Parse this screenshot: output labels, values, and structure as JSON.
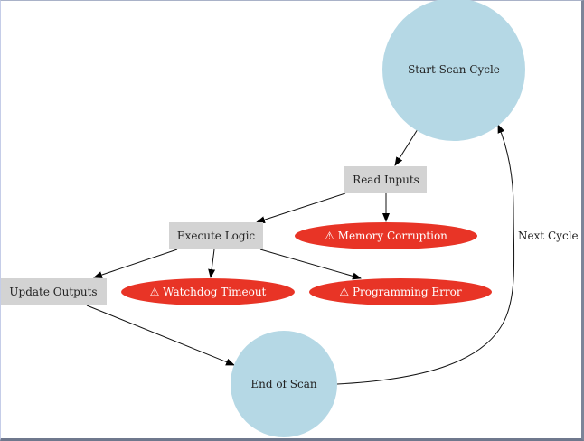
{
  "diagram": {
    "title": "PLC Scan Cycle",
    "colors": {
      "circle_fill": "#b5d8e5",
      "box_fill": "#d3d3d3",
      "error_fill": "#e83426",
      "text_dark": "#222222",
      "text_light": "#ffffff",
      "edge": "#111111"
    },
    "nodes": {
      "start": {
        "label": "Start Scan Cycle",
        "shape": "circle"
      },
      "read_inputs": {
        "label": "Read Inputs",
        "shape": "box"
      },
      "memory_corruption": {
        "label": "⚠ Memory Corruption",
        "shape": "ellipse",
        "type": "error"
      },
      "execute_logic": {
        "label": "Execute Logic",
        "shape": "box"
      },
      "watchdog_timeout": {
        "label": "⚠ Watchdog Timeout",
        "shape": "ellipse",
        "type": "error"
      },
      "programming_error": {
        "label": "⚠ Programming Error",
        "shape": "ellipse",
        "type": "error"
      },
      "update_outputs": {
        "label": "Update Outputs",
        "shape": "box"
      },
      "end": {
        "label": "End of Scan",
        "shape": "circle"
      }
    },
    "edges": [
      {
        "from": "start",
        "to": "read_inputs",
        "label": ""
      },
      {
        "from": "read_inputs",
        "to": "execute_logic",
        "label": ""
      },
      {
        "from": "read_inputs",
        "to": "memory_corruption",
        "label": ""
      },
      {
        "from": "execute_logic",
        "to": "update_outputs",
        "label": ""
      },
      {
        "from": "execute_logic",
        "to": "watchdog_timeout",
        "label": ""
      },
      {
        "from": "execute_logic",
        "to": "programming_error",
        "label": ""
      },
      {
        "from": "update_outputs",
        "to": "end",
        "label": ""
      },
      {
        "from": "end",
        "to": "start",
        "label": "Next Cycle"
      }
    ],
    "edge_labels": {
      "next_cycle": "Next Cycle"
    }
  }
}
